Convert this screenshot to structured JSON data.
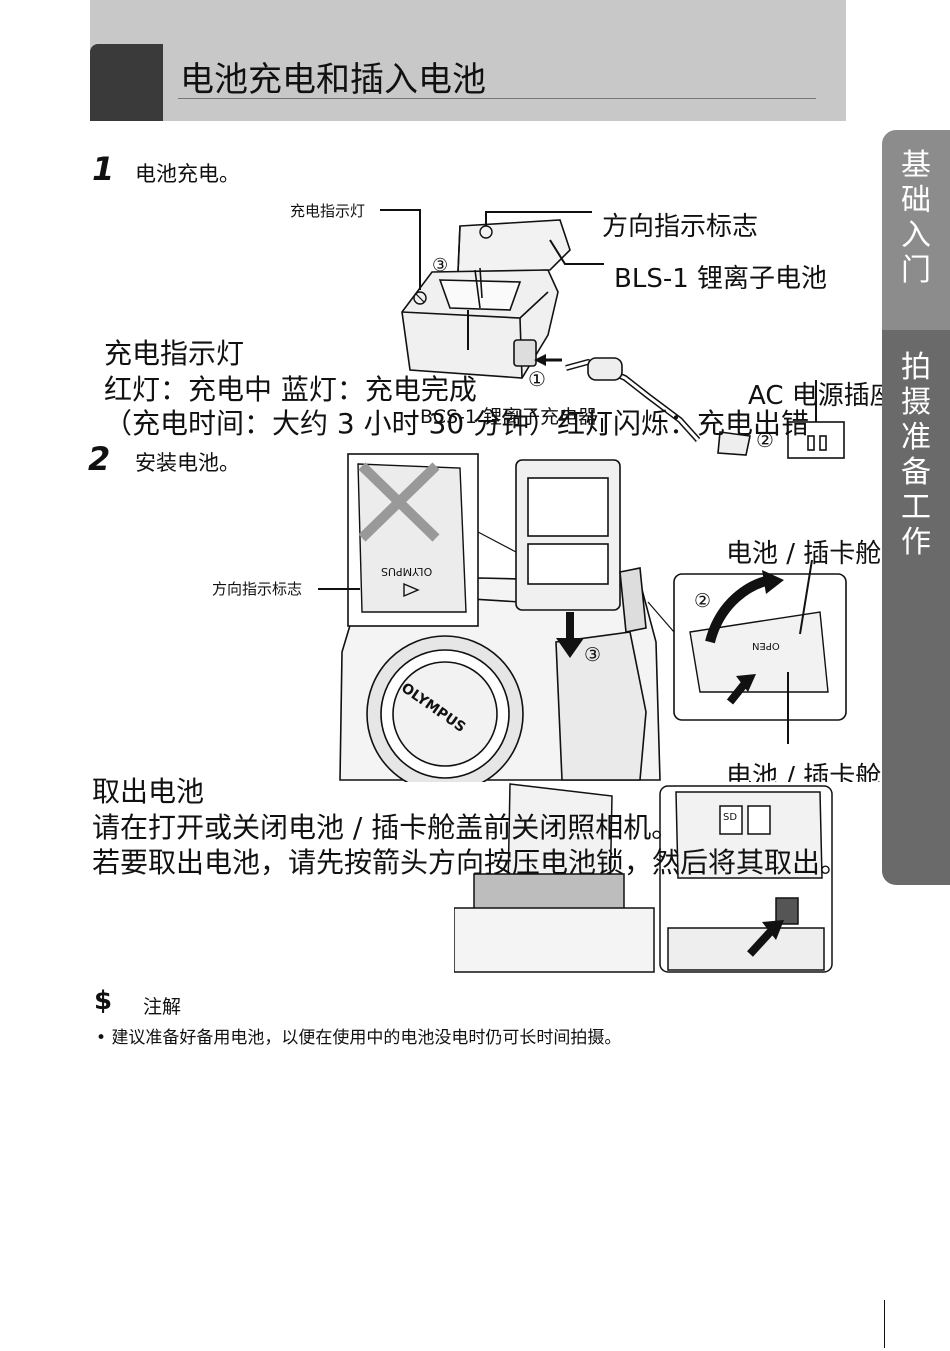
{
  "header": {
    "title": "电池充电和插入电池"
  },
  "side_tabs": [
    {
      "label": "基础入门"
    },
    {
      "label": "拍摄准备工作"
    }
  ],
  "step1": {
    "number": "1",
    "text": "电池充电。",
    "callouts": {
      "indicator_small": "充电指示灯",
      "direction_mark": "方向指示标志",
      "battery": "BLS-1 锂离子电池",
      "ac_socket": "AC 电源插座",
      "charger": "BCS-1 锂离子充电器"
    },
    "circled": [
      "③",
      "①",
      "②"
    ],
    "indicator_block": {
      "title": "充电指示灯",
      "line1": "红灯：充电中 蓝灯：充电完成",
      "line2": "（充电时间：大约 3 小时 30 分钟）红灯闪烁：充电出错"
    }
  },
  "step2": {
    "number": "2",
    "text": "安装电池。",
    "callouts": {
      "direction_mark": "方向指示标志",
      "cover1": "电池 / 插卡舱盖",
      "cover2": "电池 / 插卡舱盖"
    },
    "circled": [
      "②",
      "③"
    ],
    "brand": "OLYMPUS",
    "open_text": "OPEN",
    "sd_text": "SD"
  },
  "remove": {
    "title": "取出电池",
    "line1": "请在打开或关闭电池 / 插卡舱盖前关闭照相机。",
    "line2": "若要取出电池，请先按箭头方向按压电池锁，然后将其取出。"
  },
  "note": {
    "icon": "$",
    "title": "注解",
    "items": [
      "建议准备好备用电池，以便在使用中的电池没电时仍可长时间拍摄。"
    ]
  },
  "colors": {
    "header_band": "#c8c8c8",
    "header_block": "#3a3a3a",
    "tab1": "#8c8c8c",
    "tab2": "#6a6a6a"
  }
}
